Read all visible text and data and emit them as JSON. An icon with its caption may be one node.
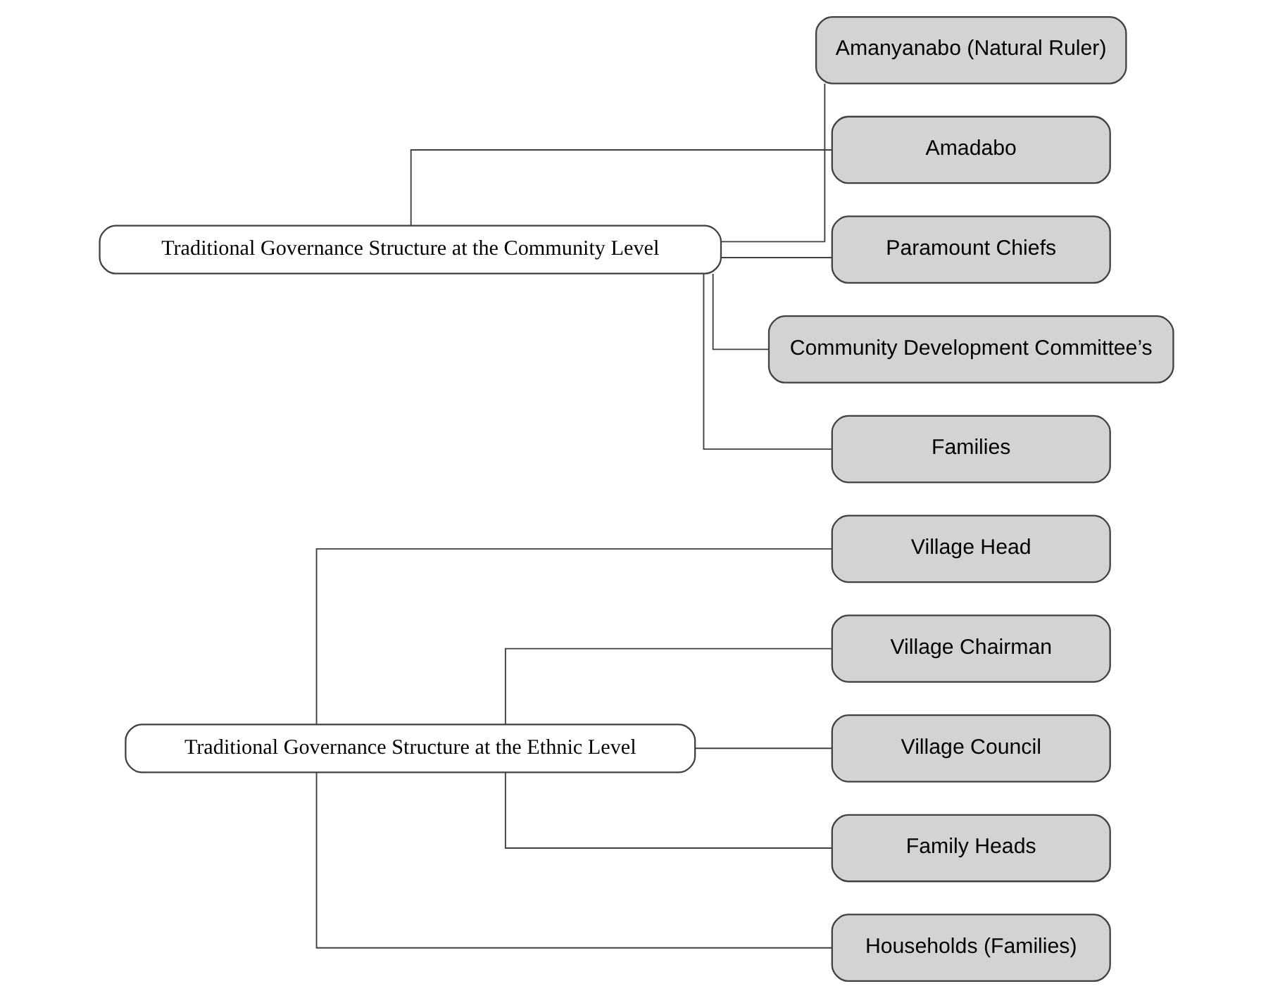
{
  "diagram": {
    "nodes": [
      {
        "text": [
          "Traditional Governance Structure at the Ethnic Level"
        ]
      },
      {
        "text": [
          "Village Head"
        ]
      },
      {
        "text": [
          "Village Chairman"
        ]
      },
      {
        "text": [
          "Village Council"
        ]
      },
      {
        "text": [
          "Family Heads"
        ]
      },
      {
        "text": [
          "Households (Families)"
        ]
      },
      {
        "text": [
          "Traditional Governance Structure at the Community Level"
        ]
      },
      {
        "text": [
          "Amanyanabo (Natural Ruler)"
        ]
      },
      {
        "text": [
          "Amadabo"
        ]
      },
      {
        "text": [
          "Paramount Chiefs"
        ]
      },
      {
        "text": [
          "Community Development Committee’s"
        ]
      },
      {
        "text": [
          "Families"
        ]
      }
    ],
    "edges": [
      {
        "from": 0,
        "to": 1,
        "arrow": "none"
      },
      {
        "from": 0,
        "to": 2,
        "arrow": "none"
      },
      {
        "from": 0,
        "to": 3,
        "arrow": "none"
      },
      {
        "from": 0,
        "to": 4,
        "arrow": "none"
      },
      {
        "from": 0,
        "to": 5,
        "arrow": "none"
      },
      {
        "from": 6,
        "to": 7,
        "arrow": "none"
      },
      {
        "from": 6,
        "to": 8,
        "arrow": "none"
      },
      {
        "from": 6,
        "to": 9,
        "arrow": "none"
      },
      {
        "from": 6,
        "to": 10,
        "arrow": "none"
      },
      {
        "from": 6,
        "to": 11,
        "arrow": "none"
      }
    ]
  }
}
